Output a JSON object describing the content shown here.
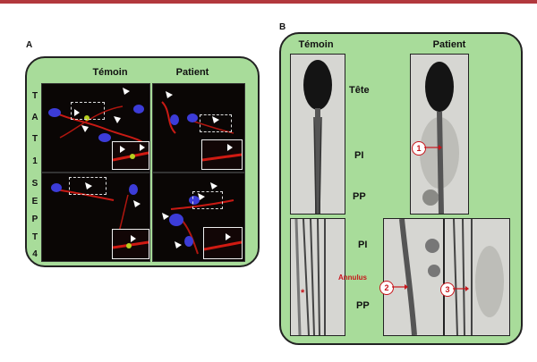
{
  "panelA": {
    "letter": "A",
    "col_left": "Témoin",
    "col_right": "Patient",
    "row1_letters": [
      "T",
      "A",
      "T",
      "1"
    ],
    "row2_letters": [
      "S",
      "E",
      "P",
      "T",
      "4"
    ]
  },
  "panelB": {
    "letter": "B",
    "col_left": "Témoin",
    "col_right": "Patient",
    "label_tete": "Tête",
    "label_pi_top": "PI",
    "label_pp_top": "PP",
    "label_pi_bottom": "PI",
    "label_pp_bottom": "PP",
    "annulus": "Annulus",
    "star": "*",
    "num1": "1",
    "num2": "2",
    "num3": "3"
  },
  "colors": {
    "panel_bg": "#a8dc9a",
    "top_bar": "#b2383d",
    "annotation_red": "#c8141a"
  }
}
